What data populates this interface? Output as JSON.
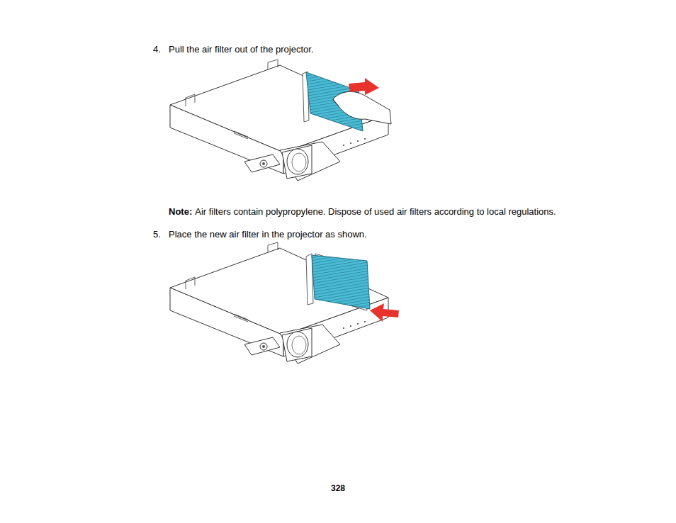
{
  "diagram": {
    "labels": [
      "4.",
      "Pull the air filter out of the projector.",
      "Note:",
      "Air filters contain polypropylene. Dispose of used air filters according to local regulations.",
      "5.",
      "Place the new air filter in the projector as shown.",
      "328"
    ]
  }
}
